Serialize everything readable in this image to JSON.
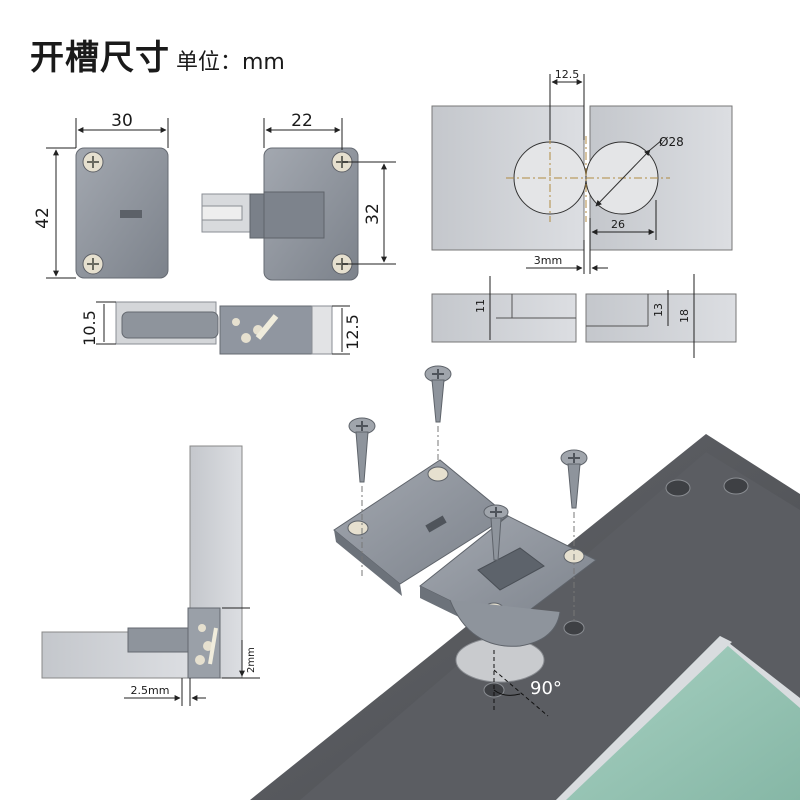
{
  "title": {
    "main": "开槽尺寸",
    "unit": "单位：mm"
  },
  "dimensions": {
    "plate_width": "30",
    "plate_height": "42",
    "hinge_width": "22",
    "hinge_height": "32",
    "side_left": "10.5",
    "side_right": "12.5",
    "hole_spacing": "12.5",
    "hole_diameter": "Ø28",
    "hole_center": "26",
    "gap": "3mm",
    "depth_a": "11",
    "depth_b": "13",
    "depth_c": "18",
    "offset_v": "2mm",
    "offset_h": "2.5mm",
    "angle": "90°"
  },
  "colors": {
    "metal": "#8b919b",
    "metal_dark": "#6f757e",
    "panel": "#c9ccd1",
    "frame": "#55575c",
    "glass": "#9fc8b8"
  }
}
